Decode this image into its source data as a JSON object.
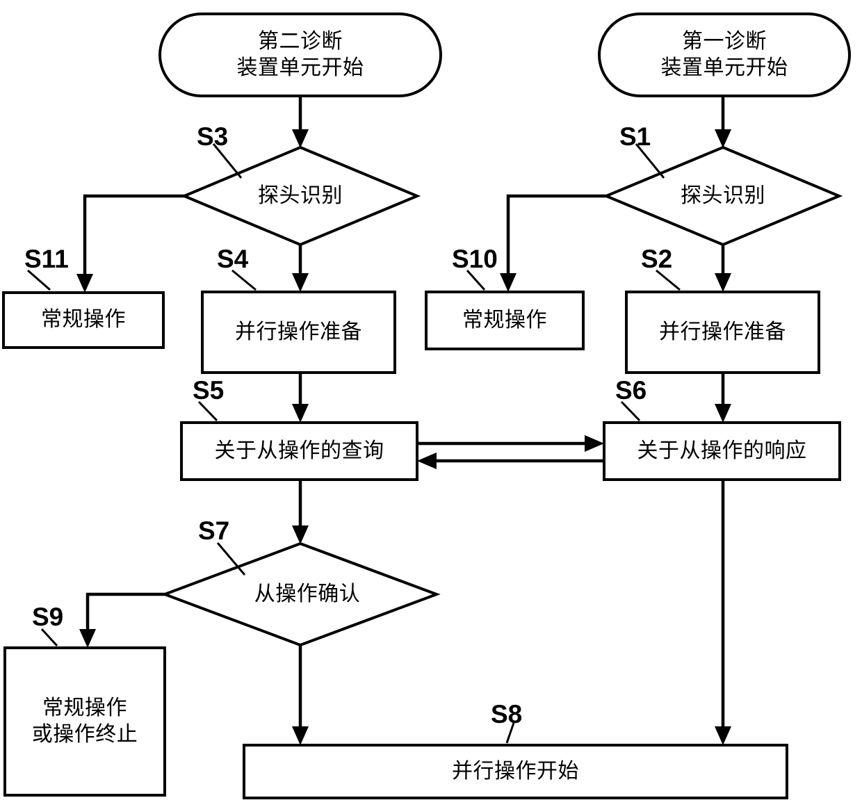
{
  "diagram": {
    "type": "flowchart",
    "title": "",
    "background_color": "#ffffff",
    "line_color": "#000000",
    "nodes": {
      "start_second": {
        "label": "第二诊断\n装置单元开始",
        "shape": "terminator"
      },
      "start_first": {
        "label": "第一诊断\n装置单元开始",
        "shape": "terminator"
      },
      "s3": {
        "label": "探头识别",
        "shape": "decision",
        "tag": "S3"
      },
      "s1": {
        "label": "探头识别",
        "shape": "decision",
        "tag": "S1"
      },
      "s11": {
        "label": "常规操作",
        "shape": "process",
        "tag": "S11"
      },
      "s4": {
        "label": "并行操作准备",
        "shape": "process",
        "tag": "S4"
      },
      "s10": {
        "label": "常规操作",
        "shape": "process",
        "tag": "S10"
      },
      "s2": {
        "label": "并行操作准备",
        "shape": "process",
        "tag": "S2"
      },
      "s5": {
        "label": "关于从操作的查询",
        "shape": "process",
        "tag": "S5"
      },
      "s6": {
        "label": "关于从操作的响应",
        "shape": "process",
        "tag": "S6"
      },
      "s7": {
        "label": "从操作确认",
        "shape": "decision",
        "tag": "S7"
      },
      "s9": {
        "label": "常规操作\n或操作终止",
        "shape": "process",
        "tag": "S9"
      },
      "s8": {
        "label": "并行操作开始",
        "shape": "process",
        "tag": "S8"
      }
    },
    "step_tags": [
      "S1",
      "S2",
      "S3",
      "S4",
      "S5",
      "S6",
      "S7",
      "S8",
      "S9",
      "S10",
      "S11"
    ],
    "edges": [
      {
        "from": "start_second",
        "to": "s3"
      },
      {
        "from": "s3",
        "to": "s11"
      },
      {
        "from": "s3",
        "to": "s4"
      },
      {
        "from": "s4",
        "to": "s5"
      },
      {
        "from": "start_first",
        "to": "s1"
      },
      {
        "from": "s1",
        "to": "s10"
      },
      {
        "from": "s1",
        "to": "s2"
      },
      {
        "from": "s2",
        "to": "s6"
      },
      {
        "from": "s5",
        "to": "s6"
      },
      {
        "from": "s6",
        "to": "s5"
      },
      {
        "from": "s5",
        "to": "s7"
      },
      {
        "from": "s7",
        "to": "s9"
      },
      {
        "from": "s7",
        "to": "s8"
      },
      {
        "from": "s6",
        "to": "s8"
      }
    ]
  }
}
